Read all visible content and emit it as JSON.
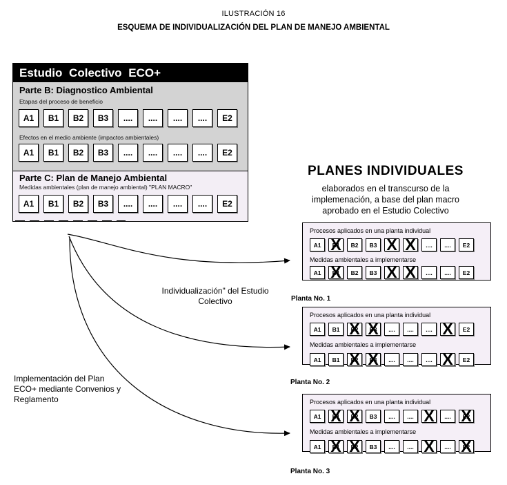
{
  "illustration": {
    "label": "ILUSTRACIÓN 16",
    "title": "ESQUEMA DE INDIVIDUALIZACIÓN DEL PLAN DE MANEJO AMBIENTAL"
  },
  "collective": {
    "header": "Estudio Colectivo ECO+",
    "partB": {
      "title": "Parte B: Diagnostico Ambiental",
      "row1_label": "Etapas del proceso de beneficio",
      "row2_label": "Efectos en el medio ambiente (impactos ambientales)"
    },
    "partC": {
      "title": "Parte C: Plan de Manejo Ambiental",
      "row_label": "Medidas ambientales (plan de manejo ambiental)  \"PLAN MACRO\""
    },
    "boxes": [
      "A1",
      "B1",
      "B2",
      "B3",
      "....",
      "....",
      "....",
      "....",
      "E2"
    ]
  },
  "planes": {
    "title": "PLANES INDIVIDUALES",
    "subtitle": "elaborados en el transcurso de la implemenación, a base del plan macro aprobado en el Estudio Colectivo"
  },
  "plants": [
    {
      "name": "Planta No. 1",
      "row1_label": "Procesos aplicados en una planta individual",
      "row2_label": "Medidas ambientales a implementarse",
      "boxes": [
        "A1",
        "B1",
        "B2",
        "B3",
        "",
        "",
        "....",
        "....",
        "E2"
      ],
      "crossed": [
        1,
        4,
        5
      ]
    },
    {
      "name": "Planta No. 2",
      "row1_label": "Procesos aplicados en una planta individual",
      "row2_label": "Medidas ambientales a implementarse",
      "boxes": [
        "A1",
        "B1",
        "B2",
        "B3",
        "....",
        "....",
        "....",
        "",
        "E2"
      ],
      "crossed": [
        2,
        3,
        7
      ]
    },
    {
      "name": "Planta No. 3",
      "row1_label": "Procesos aplicados en una planta individual",
      "row2_label": "Medidas ambientales a implementarse",
      "boxes": [
        "A1",
        "B1",
        "B2",
        "B3",
        "....",
        "....",
        "",
        "....",
        "E2"
      ],
      "crossed": [
        1,
        2,
        6,
        8
      ]
    }
  ],
  "notes": {
    "individualization": "Individualización\" del Estudio Colectivo",
    "implementation": "Implementación del Plan ECO+ mediante Convenios y Reglamento"
  }
}
